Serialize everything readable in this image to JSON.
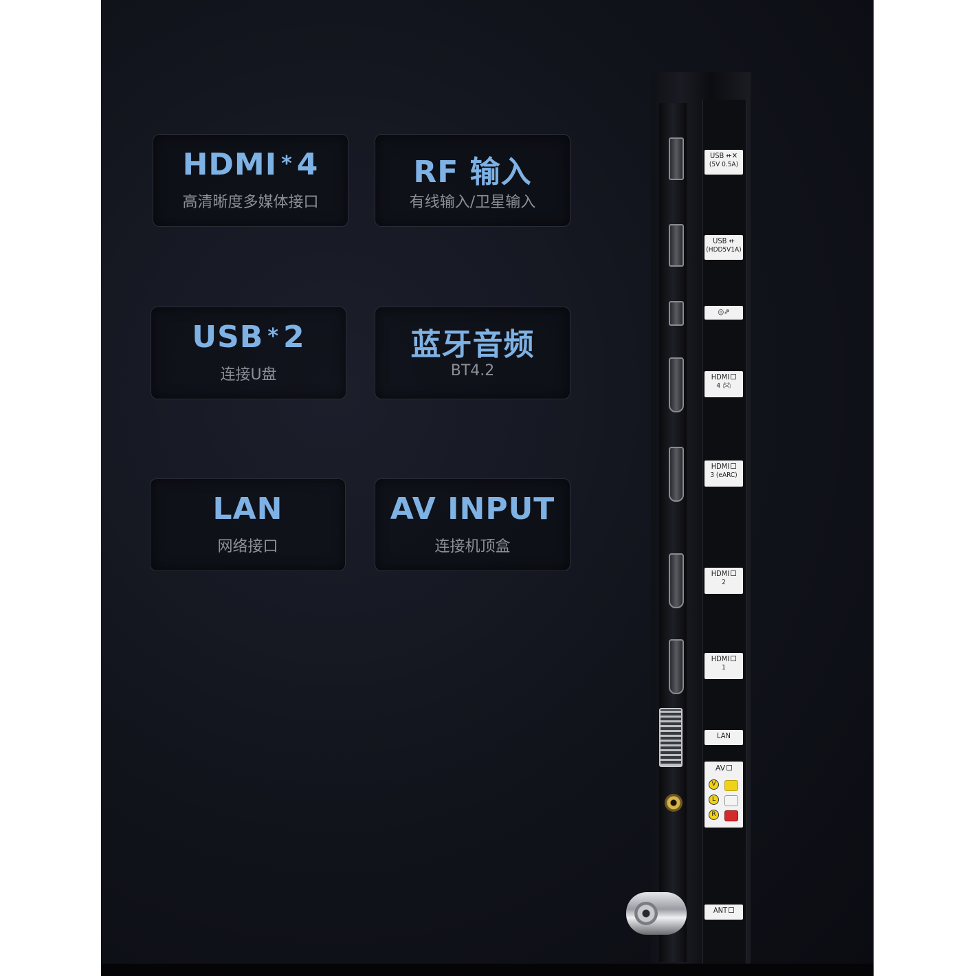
{
  "features": [
    {
      "title": "HDMI",
      "multiplier": "*",
      "count": "4",
      "subtitle": "高清晰度多媒体接口"
    },
    {
      "title": "RF 输入",
      "subtitle": "有线输入/卫星输入"
    },
    {
      "title": "USB",
      "multiplier": "*",
      "count": "2",
      "subtitle": "连接U盘"
    },
    {
      "title": "蓝牙音频",
      "subtitle": "BT4.2"
    },
    {
      "title": "LAN",
      "subtitle": "网络接口"
    },
    {
      "title": "AV INPUT",
      "subtitle": "连接机顶盒"
    }
  ],
  "port_labels": {
    "usb1": {
      "line1": "USB ⇷✕",
      "line2": "(5V 0.5A)"
    },
    "usb2": {
      "line1": "USB ⇷",
      "line2": "(HDD5V1A)"
    },
    "optical": {
      "line1": "◎⇗"
    },
    "hdmi4": {
      "line1": "HDMI",
      "line2": "4"
    },
    "hdmi3": {
      "line1": "HDMI",
      "line2": "3 (eARC)"
    },
    "hdmi2": {
      "line1": "HDMI",
      "line2": "2"
    },
    "hdmi1": {
      "line1": "HDMI",
      "line2": "1"
    },
    "lan": {
      "line1": "LAN"
    },
    "av": {
      "line1": "AV",
      "v": "V",
      "l": "L",
      "r": "R"
    },
    "ant": {
      "line1": "ANT"
    }
  },
  "colors": {
    "title_blue": "#7fb2e4",
    "subtitle_gray": "#8c8f98",
    "av_yellow": "#f0d21a",
    "av_white": "#f4f4f4",
    "av_red": "#d42a2a"
  }
}
